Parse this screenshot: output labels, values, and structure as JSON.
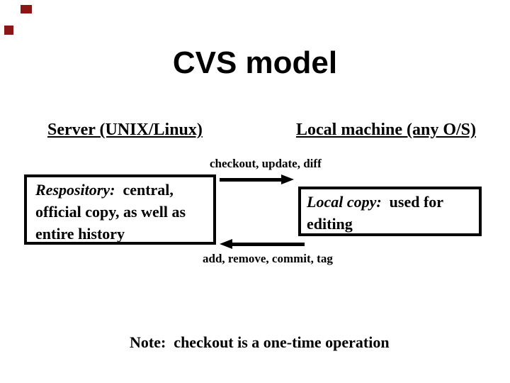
{
  "slide": {
    "title": "CVS model",
    "columns": {
      "server": {
        "heading": "Server (UNIX/Linux)"
      },
      "local": {
        "heading": "Local machine (any O/S)"
      }
    },
    "flows": {
      "checkout": {
        "label": "checkout, update, diff"
      },
      "commit": {
        "label": "add, remove, commit, tag"
      }
    },
    "boxes": {
      "repository": {
        "term": "Respository:",
        "line1_rest": "  central,",
        "line2": "official copy, as well as",
        "line3": "entire history"
      },
      "local_copy": {
        "term": "Local copy:",
        "line1_rest": "  used for",
        "line2": "editing"
      }
    },
    "note": "Note:  checkout is a one-time operation",
    "colors": {
      "text": "#000000",
      "background": "#ffffff",
      "box_border": "#000000",
      "decoration_square": "#8b1616"
    }
  }
}
